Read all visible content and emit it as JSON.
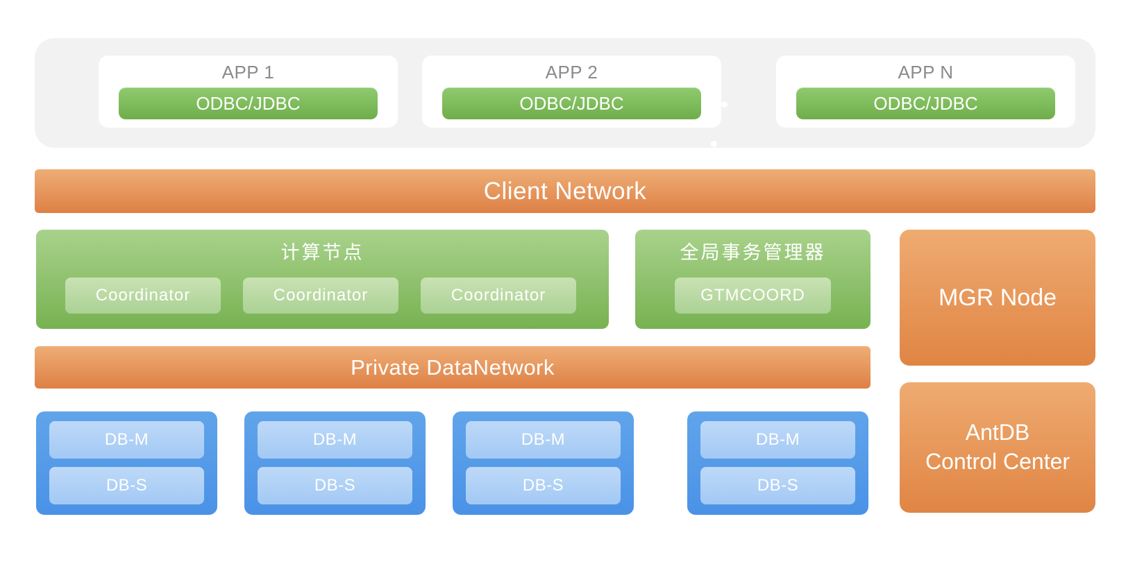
{
  "colors": {
    "background": "#ffffff",
    "panel_gray": "#f2f2f3",
    "orange_light": "#eeae76",
    "orange_dark": "#de8045",
    "green_panel_light": "#a9d28c",
    "green_panel_dark": "#77b251",
    "green_button_light": "#8fcb6f",
    "green_button_dark": "#6fad4a",
    "blue_light": "#60a4ea",
    "blue_dark": "#4a92e7",
    "text_white": "#ffffff",
    "text_gray": "#8b8b8b"
  },
  "app_layer": {
    "apps": [
      {
        "name": "APP 1",
        "connector": "ODBC/JDBC"
      },
      {
        "name": "APP 2",
        "connector": "ODBC/JDBC"
      },
      {
        "name": "APP N",
        "connector": "ODBC/JDBC"
      }
    ]
  },
  "client_network": {
    "label": "Client Network"
  },
  "compute": {
    "title": "计算节点",
    "nodes": [
      "Coordinator",
      "Coordinator",
      "Coordinator"
    ]
  },
  "gtm": {
    "title": "全局事务管理器",
    "nodes": [
      "GTMCOORD"
    ]
  },
  "mgr": {
    "label": "MGR Node"
  },
  "private_network": {
    "label": "Private DataNetwork"
  },
  "db_groups": [
    {
      "master": "DB-M",
      "standby": "DB-S"
    },
    {
      "master": "DB-M",
      "standby": "DB-S"
    },
    {
      "master": "DB-M",
      "standby": "DB-S"
    },
    {
      "master": "DB-M",
      "standby": "DB-S"
    }
  ],
  "control_center": {
    "line1": "AntDB",
    "line2": "Control Center"
  }
}
